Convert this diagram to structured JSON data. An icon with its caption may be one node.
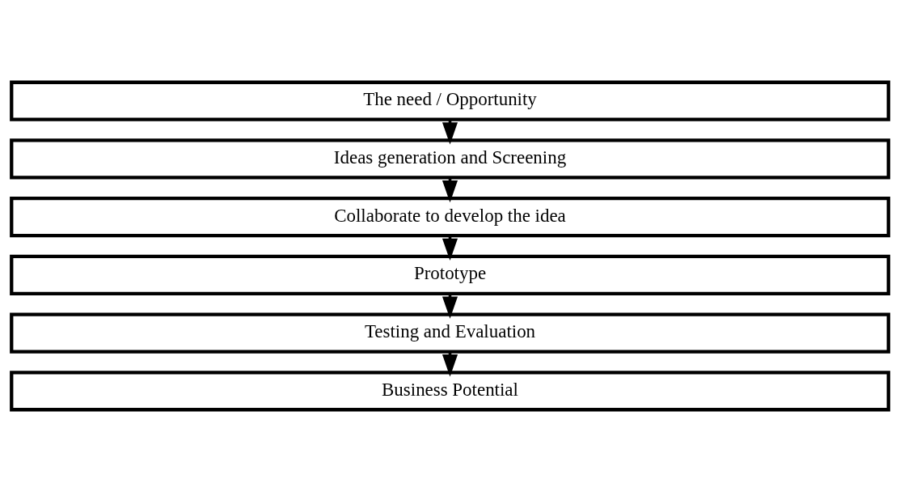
{
  "diagram": {
    "nodes": [
      {
        "text": [
          "The need / Opportunity"
        ]
      },
      {
        "text": [
          "Ideas generation and Screening"
        ]
      },
      {
        "text": [
          "Collaborate to develop the idea"
        ]
      },
      {
        "text": [
          "Prototype"
        ]
      },
      {
        "text": [
          "Testing and Evaluation"
        ]
      },
      {
        "text": [
          "Business Potential"
        ]
      }
    ],
    "edges": [
      {
        "from": 0,
        "to": 1,
        "arrow": "to"
      },
      {
        "from": 1,
        "to": 2,
        "arrow": "to"
      },
      {
        "from": 2,
        "to": 3,
        "arrow": "to"
      },
      {
        "from": 3,
        "to": 4,
        "arrow": "to"
      },
      {
        "from": 4,
        "to": 5,
        "arrow": "to"
      }
    ]
  }
}
